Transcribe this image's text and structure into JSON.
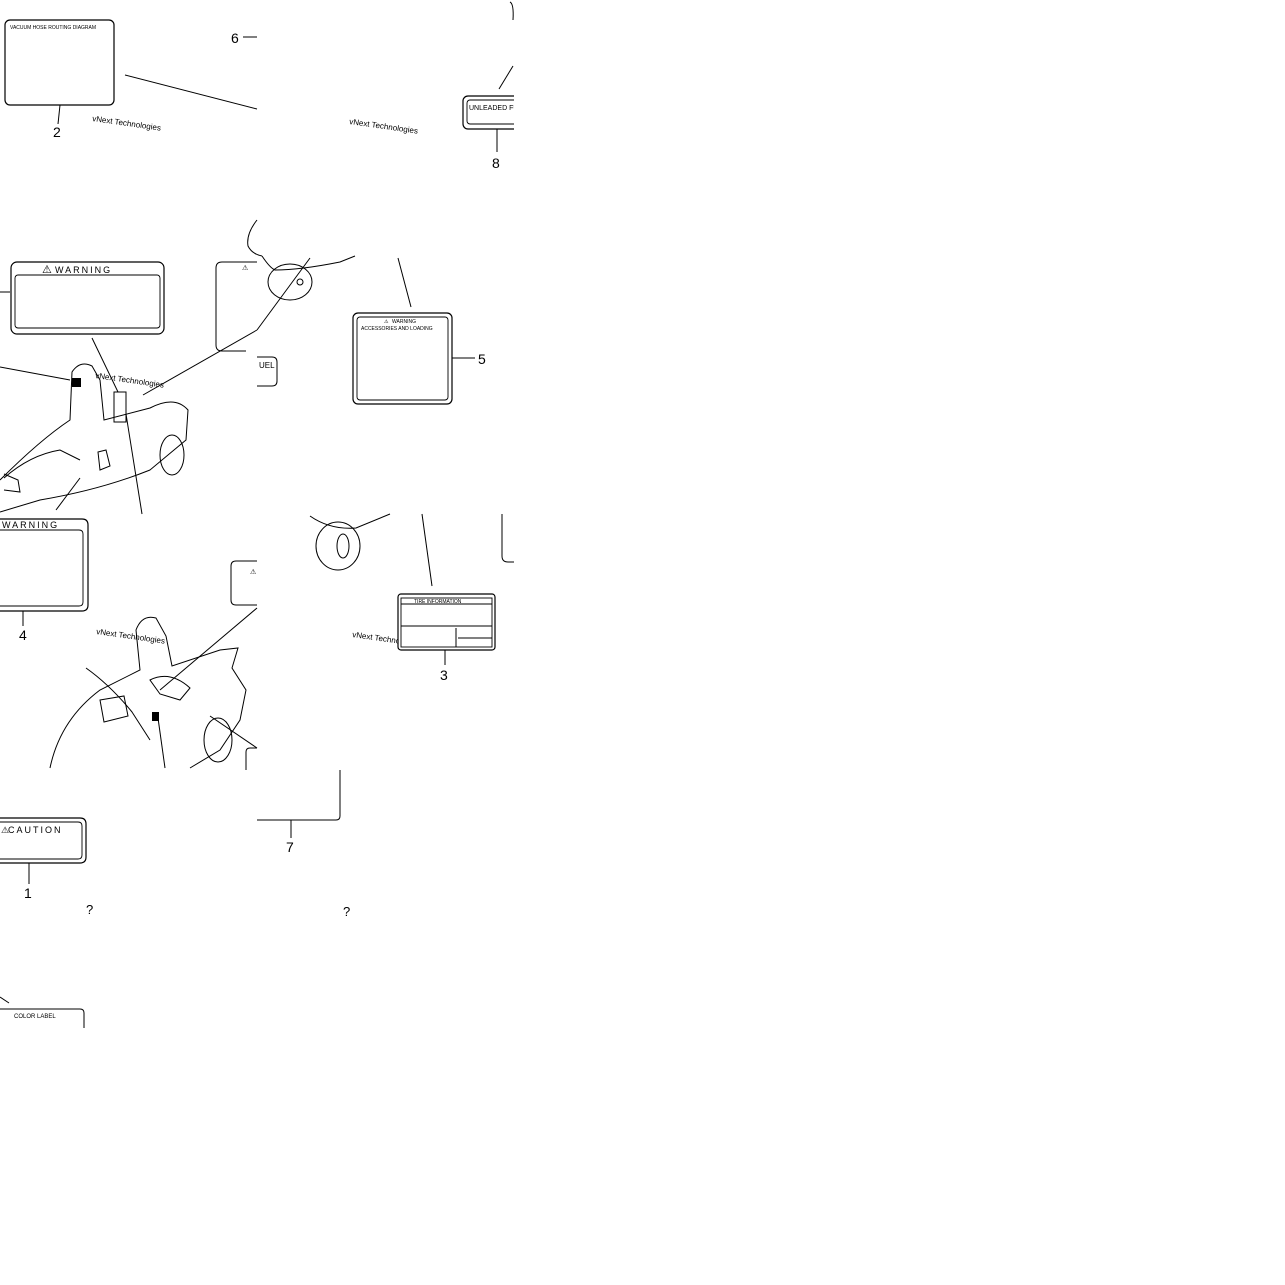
{
  "labels": {
    "vacuum": "VACUUM HOSE ROUTING DIAGRAM",
    "unleaded": "UNLEADED FU",
    "warning_top": "WARNING",
    "fuel_partial": "UEL",
    "accessories_warning": "WARNING",
    "accessories": "ACCESSORIES AND LOADING",
    "warning_mid": "WARNING",
    "tire": "TIRE INFORMATION",
    "caution": "CAUTION",
    "color_label": "COLOR LABEL"
  },
  "part_numbers": {
    "p1": "1",
    "p2": "2",
    "p3": "3",
    "p4": "4",
    "p5": "5",
    "p6": "6",
    "p7": "7",
    "p8": "8"
  },
  "warning_symbol": "⚠",
  "watermark": "vNext Technologies"
}
